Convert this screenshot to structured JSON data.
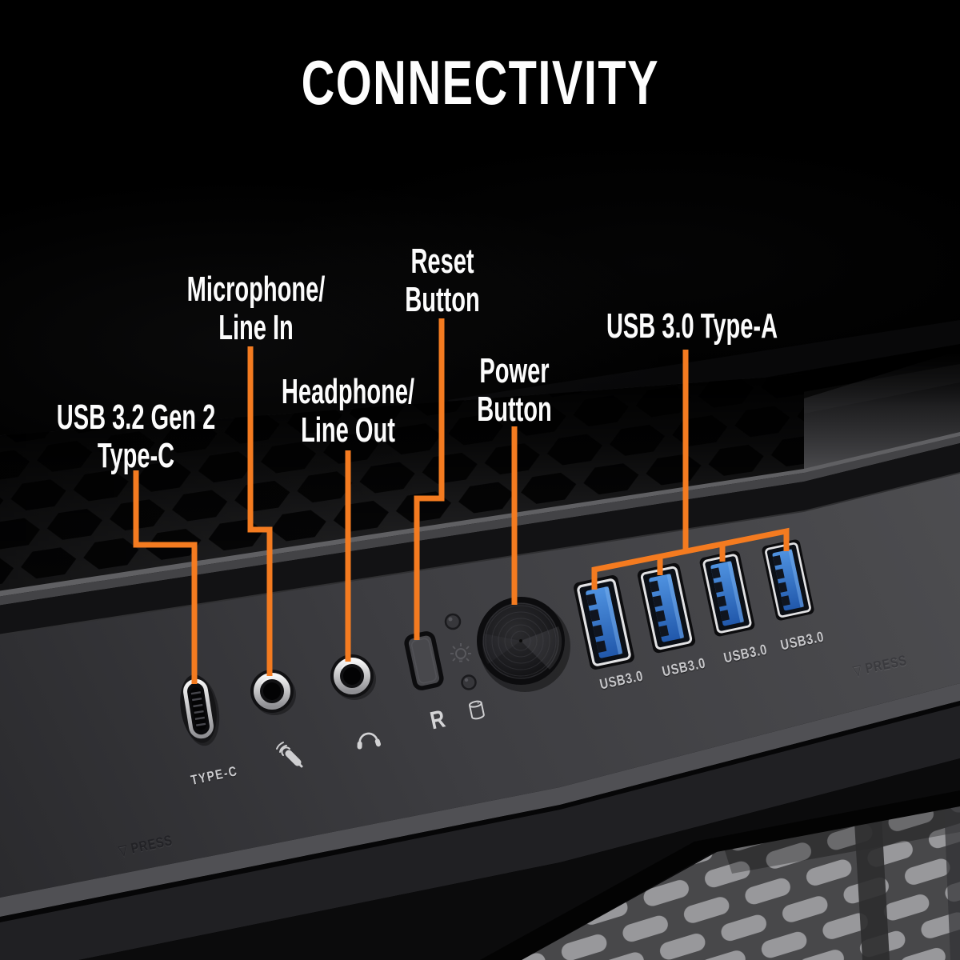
{
  "title": "CONNECTIVITY",
  "colors": {
    "accent_orange": "#F47B20",
    "background": "#000000",
    "usb_blue": "#2F6FC8",
    "panel_gray": "#404044"
  },
  "callouts": {
    "usb_c": {
      "line1": "USB 3.2 Gen 2",
      "line2": "Type-C"
    },
    "mic": {
      "line1": "Microphone/",
      "line2": "Line In"
    },
    "headphone": {
      "line1": "Headphone/",
      "line2": "Line Out"
    },
    "reset": {
      "line1": "Reset",
      "line2": "Button"
    },
    "power": {
      "line1": "Power",
      "line2": "Button"
    },
    "usb_a": {
      "line1": "USB 3.0 Type-A"
    }
  },
  "markings": {
    "type_c": "TYPE-C",
    "usb30": "USB3.0",
    "reset_letter": "R",
    "press": "PRESS",
    "press_triangle": "▽"
  }
}
